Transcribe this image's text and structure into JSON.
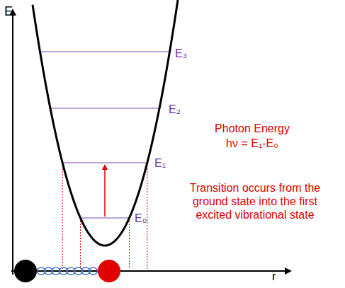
{
  "diagram": {
    "labels": [
      "E",
      "E₃",
      "E₂",
      "Photon Energy",
      "hν = E₁-E₀",
      "E₁",
      "Transition occurs from the ground state into the first excited vibrational state",
      "E₀",
      "r"
    ]
  }
}
